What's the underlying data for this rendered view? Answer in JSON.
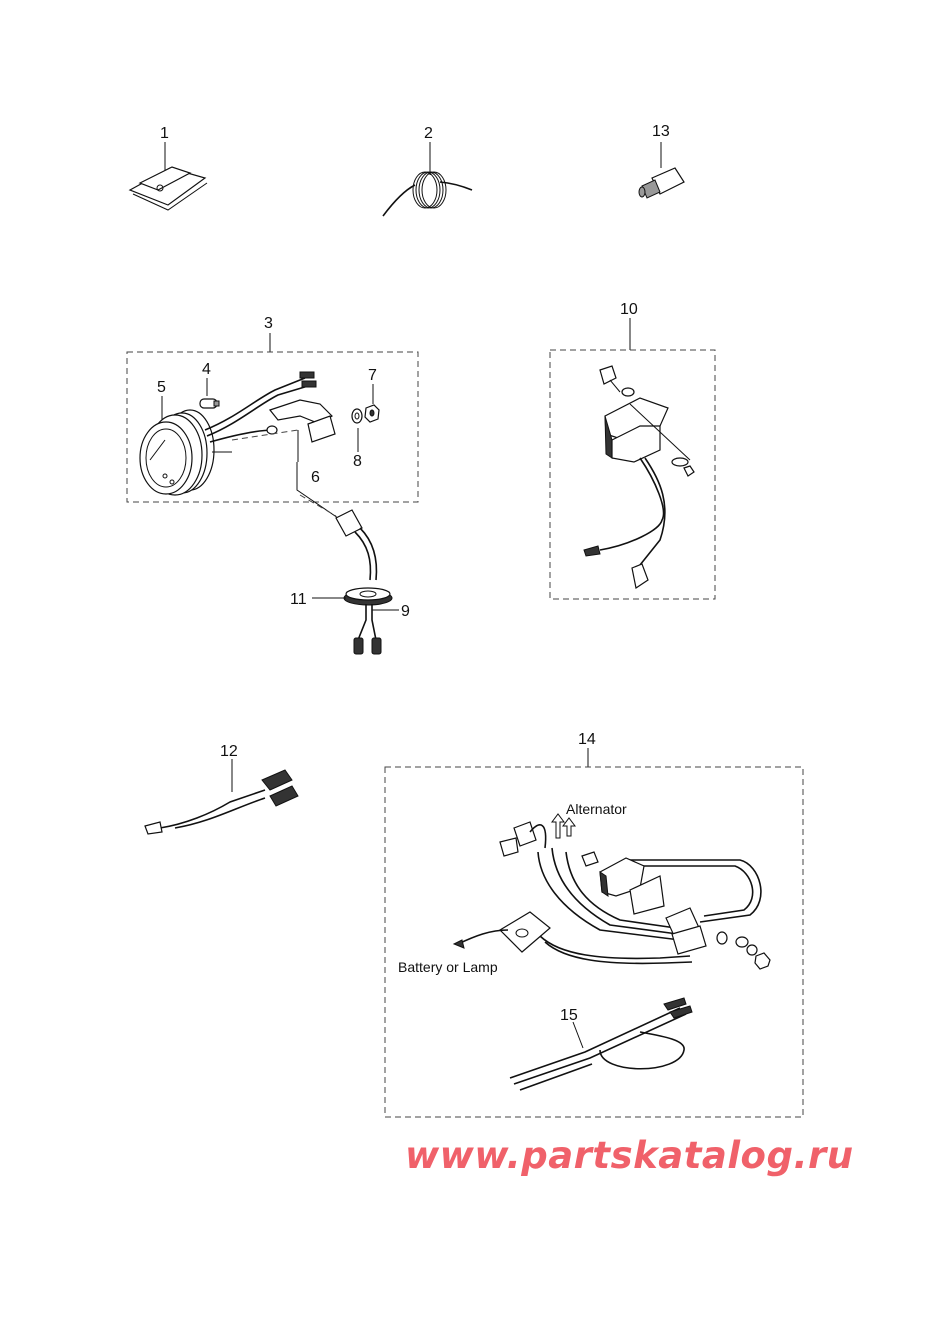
{
  "callouts": {
    "c1": "1",
    "c2": "2",
    "c3": "3",
    "c4": "4",
    "c5": "5",
    "c6": "6",
    "c7": "7",
    "c8": "8",
    "c9": "9",
    "c10": "10",
    "c11": "11",
    "c12": "12",
    "c13": "13",
    "c14": "14",
    "c15": "15"
  },
  "captions": {
    "alternator": "Alternator",
    "battery_or_lamp": "Battery or Lamp"
  },
  "watermark": "www.partskatalog.ru",
  "colors": {
    "watermark": "#f0616a",
    "line": "#111111",
    "box": "#444444"
  }
}
